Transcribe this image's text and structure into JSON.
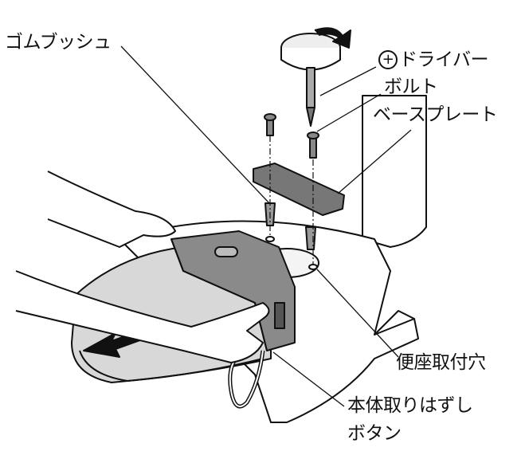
{
  "labels": {
    "rubber_bush": "ゴムブッシュ",
    "screwdriver_symbol": "+",
    "screwdriver": "ドライバー",
    "bolt": "ボルト",
    "base_plate": "ベースプレート",
    "seat_mount_hole": "便座取付穴",
    "release_button_line1": "本体取りはずし",
    "release_button_line2": "ボタン"
  }
}
